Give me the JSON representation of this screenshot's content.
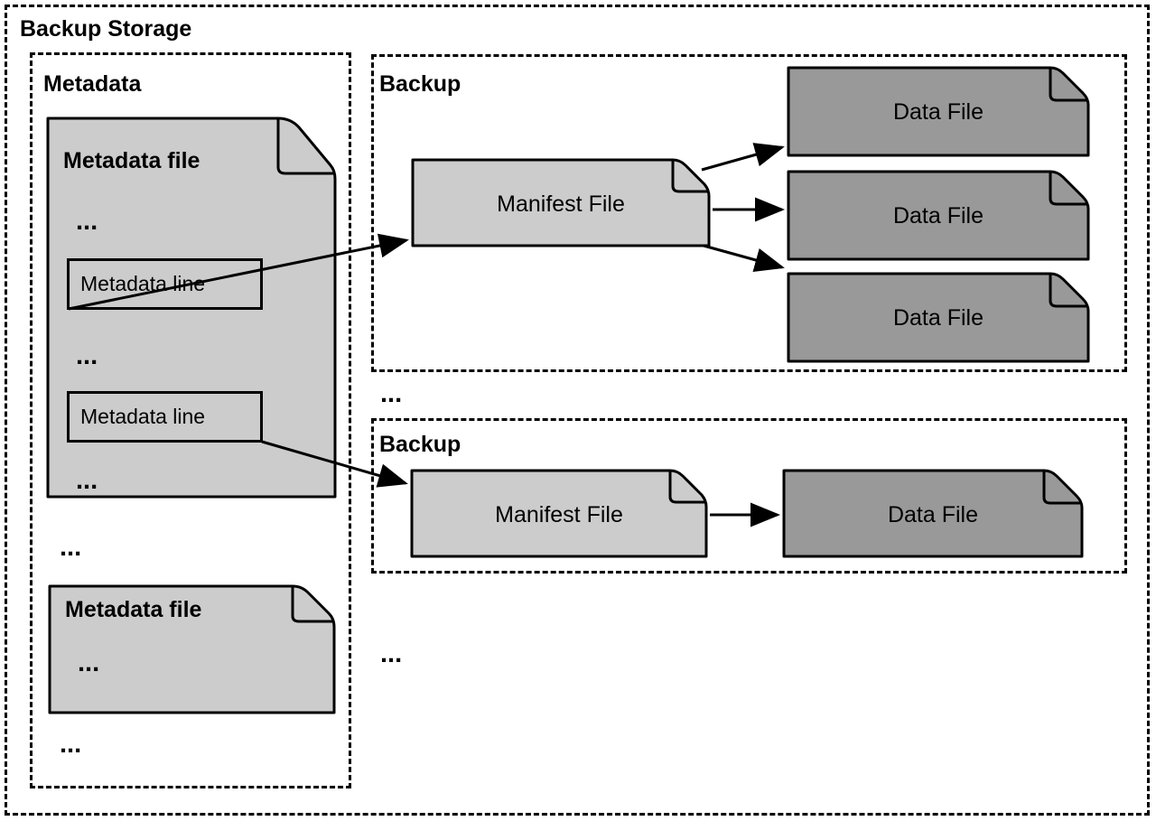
{
  "diagram": {
    "title": "Backup Storage",
    "sections": {
      "metadata": {
        "title": "Metadata",
        "files": [
          {
            "label": "Metadata file",
            "ellipsis_top": "...",
            "lines": [
              {
                "label": "Metadata line"
              },
              {
                "label": "Metadata line"
              }
            ],
            "ellipsis_middle": "...",
            "ellipsis_bottom": "..."
          },
          {
            "label": "Metadata file",
            "ellipsis_inside": "..."
          }
        ],
        "ellipsis_between_files": "...",
        "ellipsis_after_files": "..."
      },
      "backups": [
        {
          "title": "Backup",
          "manifest": {
            "label": "Manifest File"
          },
          "data_files": [
            {
              "label": "Data File"
            },
            {
              "label": "Data File"
            },
            {
              "label": "Data File"
            }
          ]
        },
        {
          "title": "Backup",
          "manifest": {
            "label": "Manifest File"
          },
          "data_files": [
            {
              "label": "Data File"
            }
          ]
        }
      ],
      "ellipsis_between_backups": "...",
      "ellipsis_after_backups": "..."
    },
    "colors": {
      "outline": "#000000",
      "metadata_fill": "#cccccc",
      "manifest_fill": "#cccccc",
      "data_file_fill": "#999999",
      "background": "#ffffff"
    }
  }
}
